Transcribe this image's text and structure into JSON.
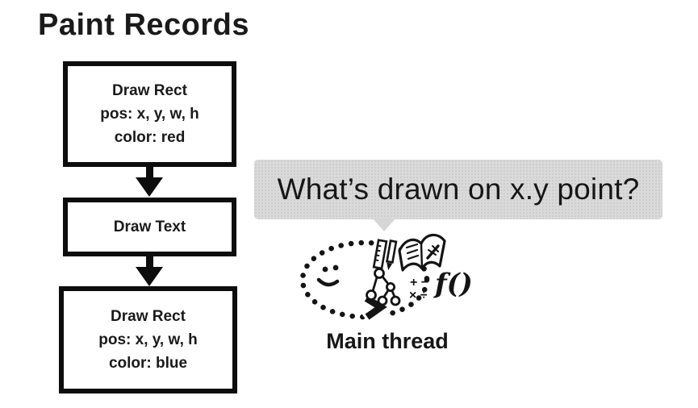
{
  "title": "Paint Records",
  "flowchart": {
    "box1": {
      "line1": "Draw Rect",
      "line2": "pos: x, y, w, h",
      "line3": "color: red"
    },
    "box2": {
      "line1": "Draw Text"
    },
    "box3": {
      "line1": "Draw Rect",
      "line2": "pos: x, y, w, h",
      "line3": "color: blue"
    }
  },
  "bubble": {
    "text": "What’s drawn on x.y point?",
    "bg_color": "#dadada"
  },
  "illustration": {
    "label": "Main thread",
    "math_row1": "+ −",
    "math_row2": "× ÷",
    "function_text": "f()",
    "icons": {
      "dotted-loop-icon": "dotted ellipse cycle",
      "smiley-face-icon": "small smiling face",
      "chevron-arrow-icon": "bold right chevron on loop",
      "ruler-icon": "tilted ruler",
      "pencil-icon": "tilted pencil",
      "open-book-icon": "open book with pen",
      "tree-diagram-icon": "node tree graph",
      "math-symbols-icon": "plus minus times divide",
      "function-icon": "f() notation"
    }
  },
  "colors": {
    "ink": "#141414",
    "bubble_bg": "#dadada",
    "border": "#0d0d0d"
  }
}
